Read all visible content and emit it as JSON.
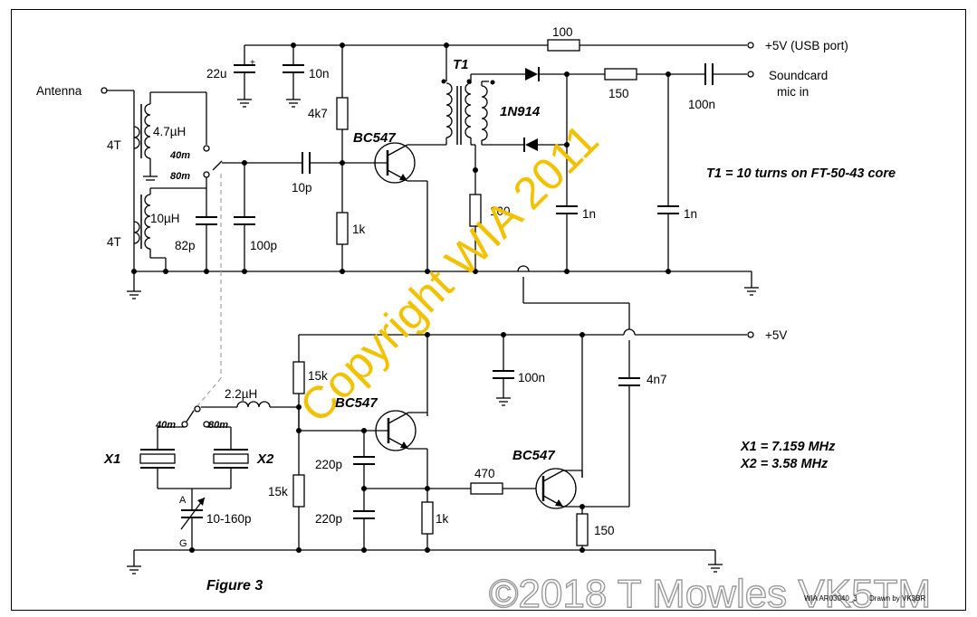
{
  "diagram": {
    "inputs": {
      "antenna": "Antenna",
      "usb": "+5V (USB port)",
      "soundcard_line1": "Soundcard",
      "soundcard_line2": "mic in",
      "supply2": "+5V"
    },
    "components": {
      "c22u": "22u",
      "c10n": "10n",
      "r4k7": "4k7",
      "q1": "BC547",
      "t1": "T1",
      "d1": "1N914",
      "r100a": "100",
      "r150a": "150",
      "c100n_a": "100n",
      "l47": "4.7µH",
      "l10": "10µH",
      "t4a": "4T",
      "t4b": "4T",
      "sw40a": "40m",
      "sw80a": "80m",
      "c10p": "10p",
      "c82p": "82p",
      "c100p": "100p",
      "r1ka": "1k",
      "r100b": "100",
      "c1n_a": "1n",
      "c1n_b": "1n",
      "r15k_a": "15k",
      "l22": "2.2µH",
      "q2": "BC547",
      "c100n_b": "100n",
      "c4n7": "4n7",
      "sw40b": "40m",
      "sw80b": "80m",
      "x1": "X1",
      "x2": "X2",
      "c220p_a": "220p",
      "c220p_b": "220p",
      "r15k_b": "15k",
      "r470": "470",
      "q3": "BC547",
      "r1kb": "1k",
      "r150b": "150",
      "trim": "10-160p",
      "trim_a": "A",
      "trim_g": "G",
      "plus": "+"
    },
    "notes": {
      "t1_note": "T1 = 10 turns on FT-50-43 core",
      "x1_note": "X1 = 7.159 MHz",
      "x2_note": "X2 = 3.58 MHz",
      "figure": "Figure 3"
    },
    "watermarks": {
      "copyright_wia": "Copyright WIA 2011",
      "copyright_tm": "©2018 T Mowles VK5TM",
      "ref": "WIA AR03040_3",
      "drawn": "Drawn by VK3BR"
    }
  }
}
